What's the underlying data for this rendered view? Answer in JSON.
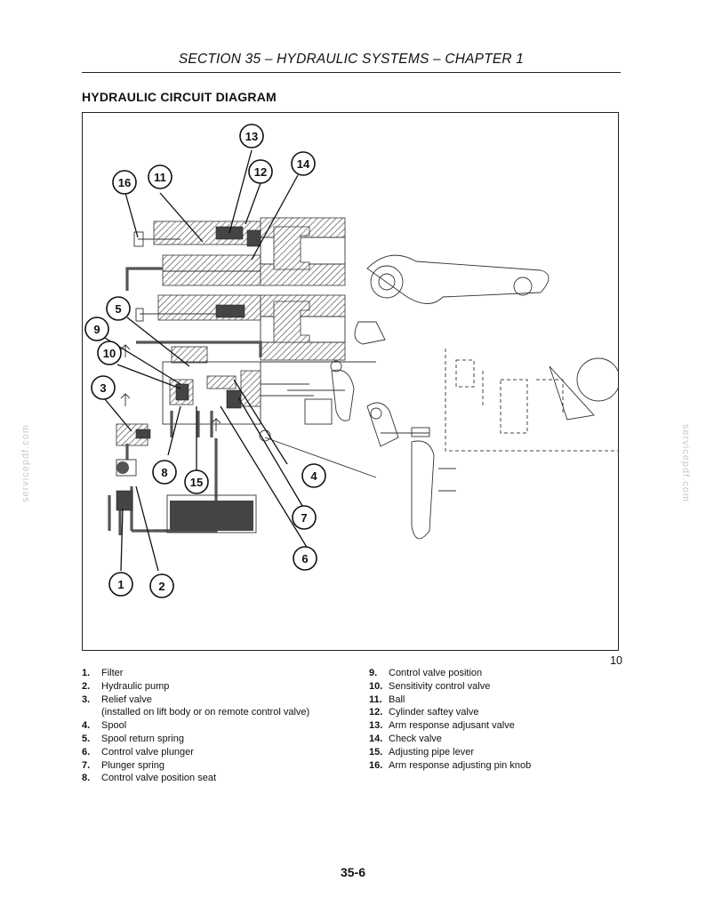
{
  "header": "SECTION 35 – HYDRAULIC SYSTEMS – CHAPTER 1",
  "title": "HYDRAULIC CIRCUIT DIAGRAM",
  "figure_number": "10",
  "page_number": "35-6",
  "watermark": "servicepdf.com",
  "callouts": [
    "1",
    "2",
    "3",
    "4",
    "5",
    "6",
    "7",
    "8",
    "9",
    "10",
    "11",
    "12",
    "13",
    "14",
    "15",
    "16"
  ],
  "legend_left": [
    {
      "num": "1.",
      "text": "Filter"
    },
    {
      "num": "2.",
      "text": "Hydraulic pump"
    },
    {
      "num": "3.",
      "text": "Relief valve",
      "subtext": "(installed on lift body or on remote control valve)"
    },
    {
      "num": "4.",
      "text": "Spool"
    },
    {
      "num": "5.",
      "text": "Spool return spring"
    },
    {
      "num": "6.",
      "text": "Control valve plunger"
    },
    {
      "num": "7.",
      "text": "Plunger spring"
    },
    {
      "num": "8.",
      "text": "Control valve position seat"
    }
  ],
  "legend_right": [
    {
      "num": "9.",
      "text": "Control valve position"
    },
    {
      "num": "10.",
      "text": "Sensitivity control valve"
    },
    {
      "num": "11.",
      "text": "Ball"
    },
    {
      "num": "12.",
      "text": "Cylinder saftey valve"
    },
    {
      "num": "13.",
      "text": "Arm response adjusant valve"
    },
    {
      "num": "14.",
      "text": "Check valve"
    },
    {
      "num": "15.",
      "text": "Adjusting pipe lever"
    },
    {
      "num": "16.",
      "text": "Arm response adjusting pin knob"
    }
  ]
}
